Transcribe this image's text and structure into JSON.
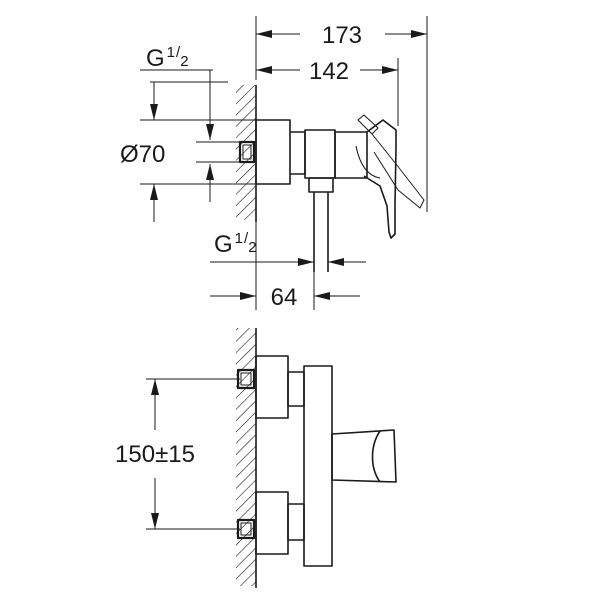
{
  "drawing": {
    "colors": {
      "line": "#1a1a1a",
      "background": "#ffffff"
    },
    "dimensions": {
      "overall_depth": "173",
      "depth_to_wall": "142",
      "inlet_thread_top": {
        "base": "G",
        "num": "1",
        "den": "2"
      },
      "escutcheon_diameter": "Ø70",
      "outlet_thread": {
        "base": "G",
        "num": "1",
        "den": "2"
      },
      "outlet_offset": "64",
      "inlet_spacing": "150±15"
    }
  }
}
